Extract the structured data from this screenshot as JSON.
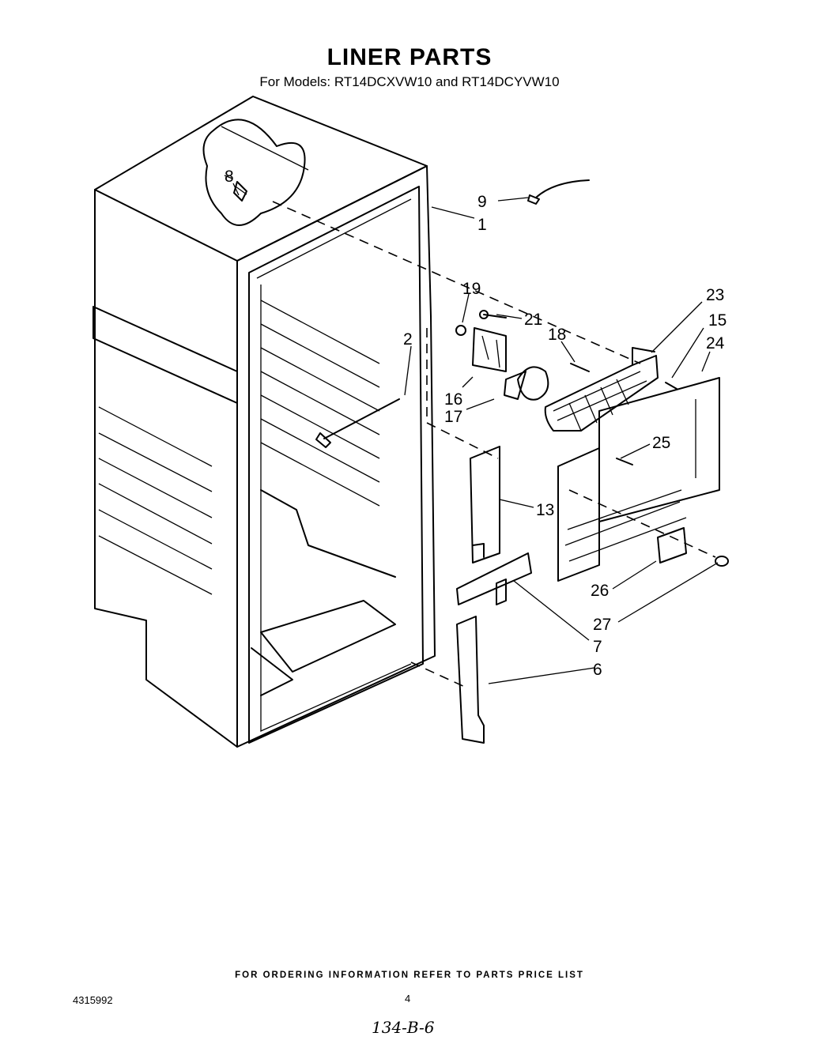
{
  "page": {
    "title": "LINER PARTS",
    "subtitle": "For Models: RT14DCXVW10 and RT14DCYVW10",
    "footer": "FOR ORDERING INFORMATION REFER TO PARTS PRICE LIST",
    "doc_number": "4315992",
    "page_number": "4",
    "handwritten_note": "134-B-6"
  },
  "callouts": {
    "c8": "8",
    "c9": "9",
    "c1": "1",
    "c19": "19",
    "c21": "21",
    "c18": "18",
    "c23": "23",
    "c15": "15",
    "c24": "24",
    "c2": "2",
    "c16": "16",
    "c17": "17",
    "c25": "25",
    "c13": "13",
    "c26": "26",
    "c27": "27",
    "c7": "7",
    "c6": "6"
  }
}
